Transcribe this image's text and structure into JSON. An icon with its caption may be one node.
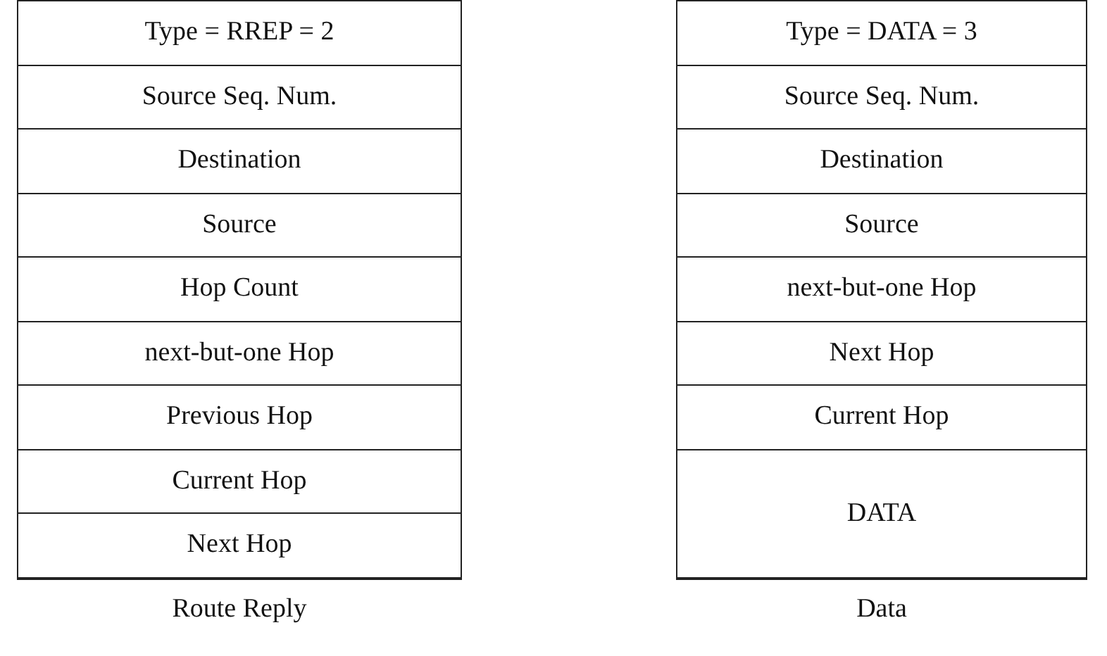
{
  "diagram": {
    "nodes": [
      {
        "text": [
          "Route Reply"
        ]
      },
      {
        "text": [
          "Type = RREP = 2"
        ],
        "in": 0
      },
      {
        "text": [
          "Source Seq. Num."
        ],
        "in": 0
      },
      {
        "text": [
          "Destination"
        ],
        "in": 0
      },
      {
        "text": [
          "Source"
        ],
        "in": 0
      },
      {
        "text": [
          "Hop Count"
        ],
        "in": 0
      },
      {
        "text": [
          "next-but-one Hop"
        ],
        "in": 0
      },
      {
        "text": [
          "Previous Hop"
        ],
        "in": 0
      },
      {
        "text": [
          "Current Hop"
        ],
        "in": 0
      },
      {
        "text": [
          "Next Hop"
        ],
        "in": 0
      },
      {
        "text": [
          "Data"
        ]
      },
      {
        "text": [
          "Type = DATA = 3"
        ],
        "in": 10
      },
      {
        "text": [
          "Source Seq. Num."
        ],
        "in": 10
      },
      {
        "text": [
          "Destination"
        ],
        "in": 10
      },
      {
        "text": [
          "Source"
        ],
        "in": 10
      },
      {
        "text": [
          "next-but-one Hop"
        ],
        "in": 10
      },
      {
        "text": [
          "Next Hop"
        ],
        "in": 10
      },
      {
        "text": [
          "Current Hop"
        ],
        "in": 10
      },
      {
        "text": [
          "DATA"
        ],
        "in": 10
      }
    ]
  }
}
